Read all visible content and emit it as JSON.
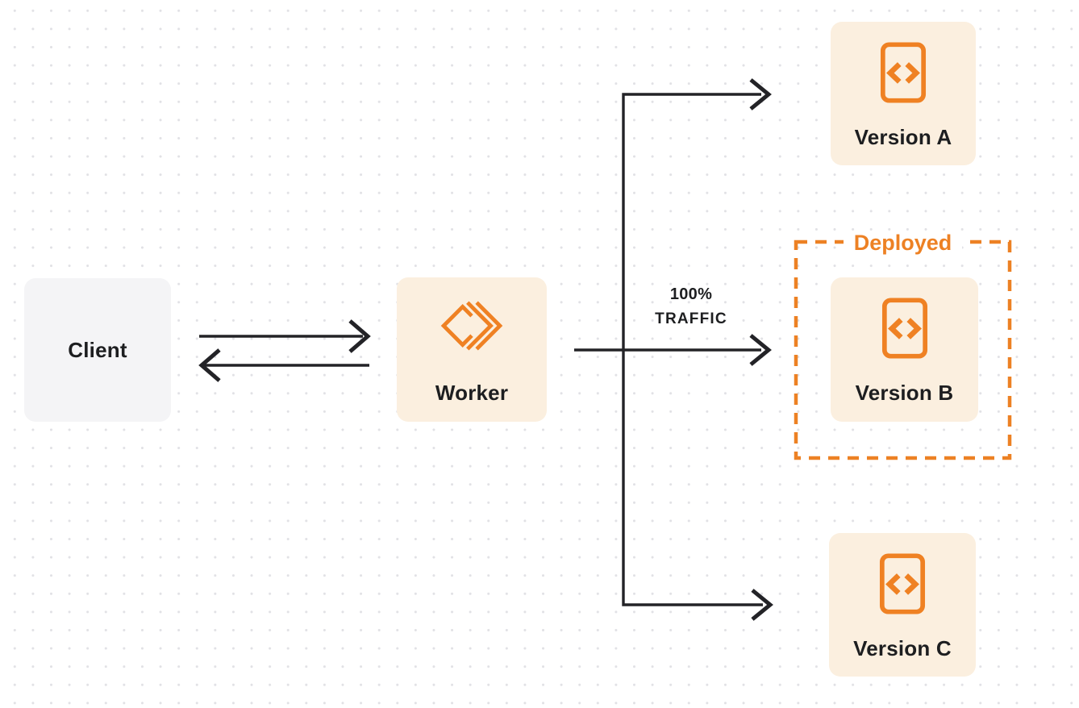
{
  "diagram": {
    "title": "worker traffic routing diagram",
    "nodes": {
      "client": {
        "label": "Client"
      },
      "worker": {
        "label": "Worker",
        "icon": "cloudflare-workers-logo-icon"
      },
      "version_a": {
        "label": "Version A",
        "icon": "code-file-icon"
      },
      "version_b": {
        "label": "Version B",
        "icon": "code-file-icon"
      },
      "version_c": {
        "label": "Version C",
        "icon": "code-file-icon"
      }
    },
    "annotations": {
      "deployed_label": "Deployed",
      "traffic_label": {
        "line1": "100%",
        "line2": "TRAFFIC"
      }
    },
    "edges": [
      {
        "from": "client",
        "to": "worker",
        "style": "arrow"
      },
      {
        "from": "worker",
        "to": "client",
        "style": "arrow"
      },
      {
        "from": "worker",
        "to": "version_a",
        "style": "arrow"
      },
      {
        "from": "worker",
        "to": "version_b",
        "style": "arrow",
        "label": "100% TRAFFIC"
      },
      {
        "from": "worker",
        "to": "version_c",
        "style": "arrow"
      }
    ],
    "colors": {
      "accent_orange": "#EF8123",
      "deployed_border_orange": "#ED8124",
      "card_cream": "#FBEFDF",
      "card_gray": "#F4F4F6",
      "connector_dark": "#232327",
      "text_dark": "#1D1E20",
      "dot_grid": "#E1E1E5",
      "background": "#FFFFFF"
    }
  }
}
